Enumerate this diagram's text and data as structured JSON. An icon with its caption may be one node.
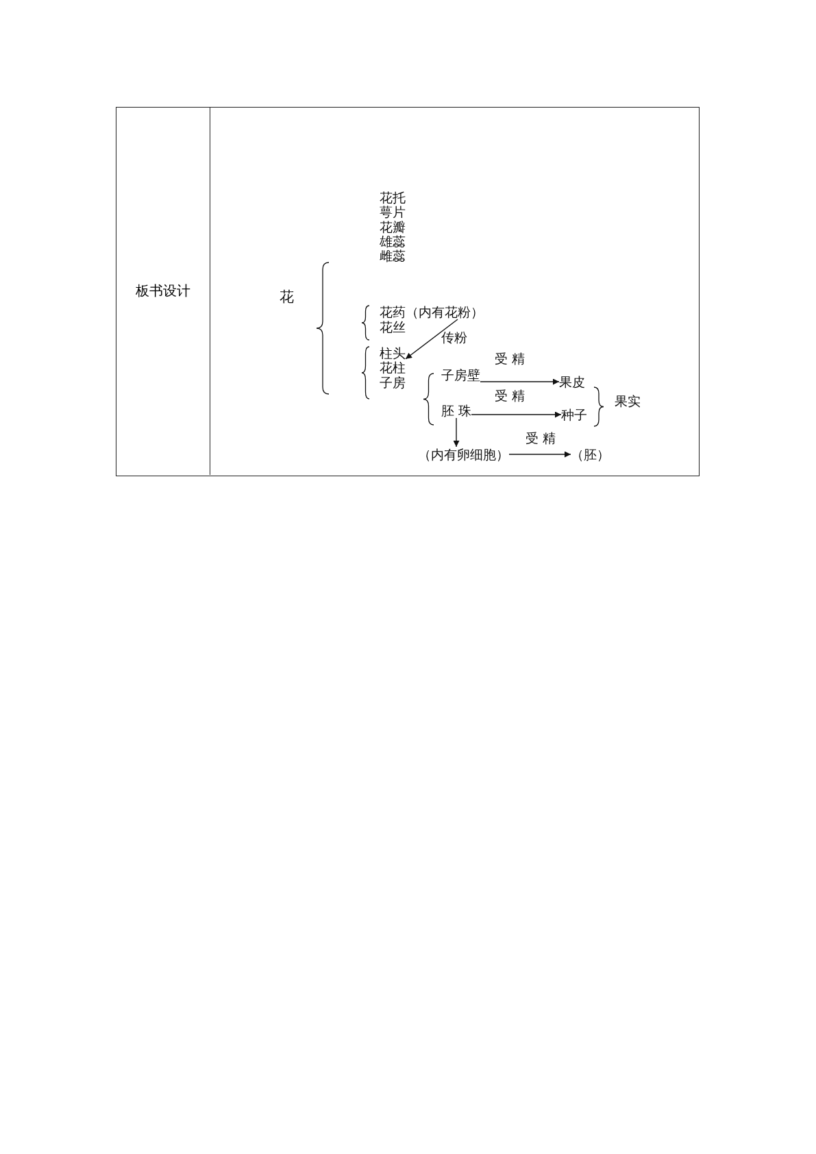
{
  "diagram": {
    "nodes": [
      {
        "text": [
          "花药（内有花粉）"
        ]
      },
      {
        "text": [
          "柱头"
        ]
      },
      {
        "text": [
          "子房壁"
        ]
      },
      {
        "text": [
          "果皮"
        ]
      },
      {
        "text": [
          "胚 珠"
        ]
      },
      {
        "text": [
          "种子"
        ]
      },
      {
        "text": [
          "（内有卵细胞）"
        ]
      },
      {
        "text": [
          "（胚）"
        ]
      }
    ],
    "edges": [
      {
        "from": 0,
        "to": 1,
        "arrow": "to",
        "label": "传粉"
      },
      {
        "from": 2,
        "to": 3,
        "arrow": "to",
        "label": "受 精"
      },
      {
        "from": 4,
        "to": 5,
        "arrow": "to",
        "label": "受 精"
      },
      {
        "from": 4,
        "to": 6,
        "arrow": "to"
      },
      {
        "from": 6,
        "to": 7,
        "arrow": "to",
        "label": "受 精"
      }
    ],
    "labels": [
      "板书设计",
      "花托",
      "萼片",
      "花瓣",
      "雄蕊",
      "雌蕊",
      "花",
      "花丝",
      "花柱",
      "子房",
      "果实"
    ]
  }
}
